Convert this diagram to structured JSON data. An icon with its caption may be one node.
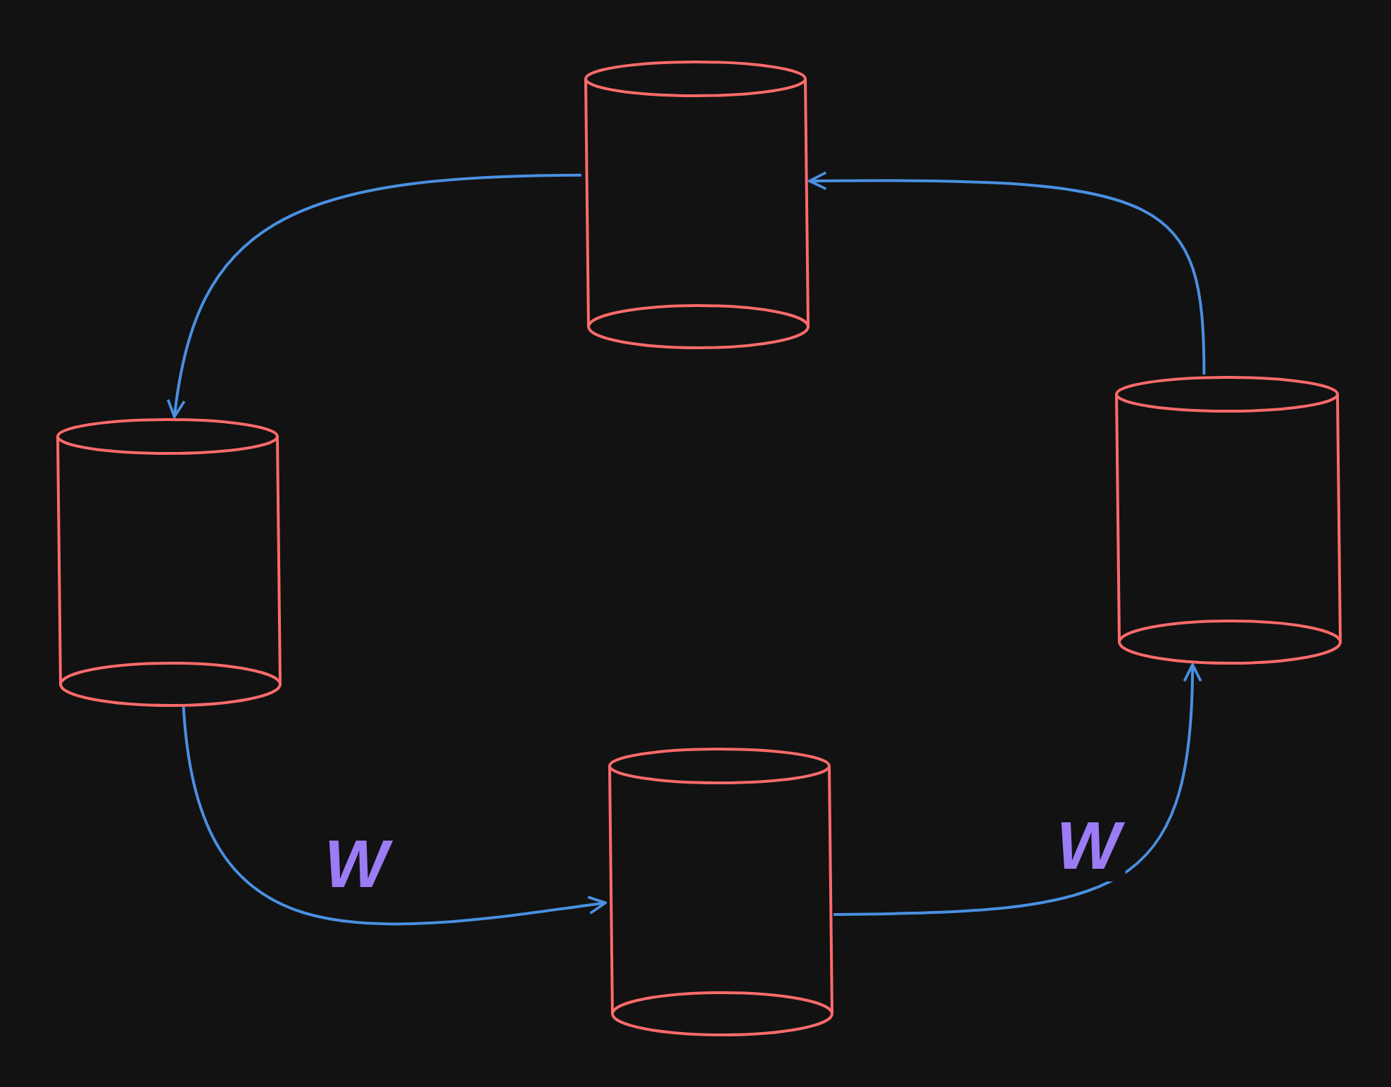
{
  "diagram": {
    "nodes": [
      {
        "text": [],
        "shape": "cylinder"
      },
      {
        "text": [],
        "shape": "cylinder"
      },
      {
        "text": [],
        "shape": "cylinder"
      },
      {
        "text": [],
        "shape": "cylinder"
      }
    ],
    "edges": [
      {
        "from": 0,
        "to": 1,
        "arrow": "to"
      },
      {
        "from": 1,
        "to": 2,
        "arrow": "to",
        "label": "W"
      },
      {
        "from": 2,
        "to": 3,
        "arrow": "to",
        "label": "W"
      },
      {
        "from": 3,
        "to": 0,
        "arrow": "to"
      }
    ]
  }
}
